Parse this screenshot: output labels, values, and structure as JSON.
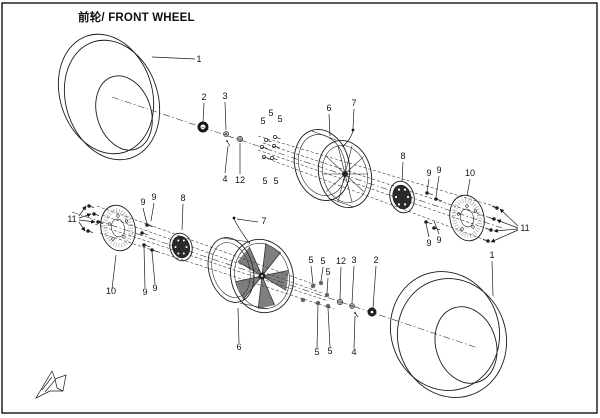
{
  "header": {
    "title": "前轮/ FRONT WHEEL"
  },
  "page": {
    "background": "#ffffff",
    "border_color": "#000000",
    "line_color": "#1b1b1b"
  },
  "diagram": {
    "kind": "exploded-parts-diagram",
    "corner_icon": "front-direction-arrow",
    "callouts": {
      "top": [
        {
          "n": "1"
        },
        {
          "n": "2"
        },
        {
          "n": "3"
        },
        {
          "n": "5"
        },
        {
          "n": "5"
        },
        {
          "n": "5"
        },
        {
          "n": "6"
        },
        {
          "n": "7"
        },
        {
          "n": "4"
        },
        {
          "n": "12"
        },
        {
          "n": "5"
        },
        {
          "n": "5"
        },
        {
          "n": "8"
        },
        {
          "n": "9"
        },
        {
          "n": "9"
        },
        {
          "n": "10"
        },
        {
          "n": "9"
        },
        {
          "n": "9"
        },
        {
          "n": "11"
        },
        {
          "n": "1"
        }
      ],
      "bottom": [
        {
          "n": "11"
        },
        {
          "n": "9"
        },
        {
          "n": "9"
        },
        {
          "n": "8"
        },
        {
          "n": "10"
        },
        {
          "n": "9"
        },
        {
          "n": "9"
        },
        {
          "n": "7"
        },
        {
          "n": "5"
        },
        {
          "n": "5"
        },
        {
          "n": "5"
        },
        {
          "n": "12"
        },
        {
          "n": "3"
        },
        {
          "n": "2"
        },
        {
          "n": "6"
        },
        {
          "n": "5"
        },
        {
          "n": "5"
        },
        {
          "n": "4"
        }
      ]
    }
  }
}
